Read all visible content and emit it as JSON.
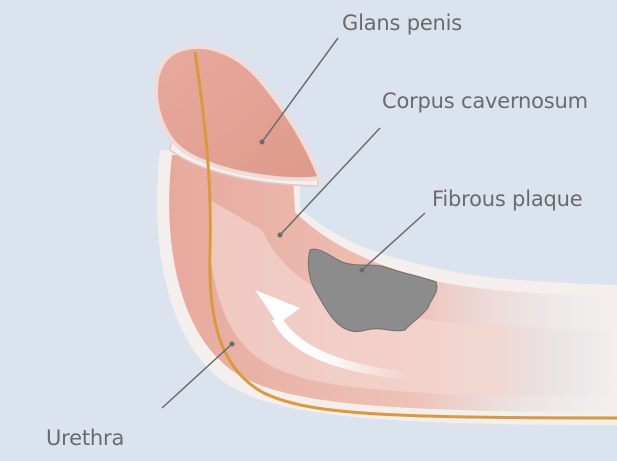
{
  "labels": {
    "glans": "Glans penis",
    "corpus": "Corpus cavernosum",
    "plaque": "Fibrous plaque",
    "urethra": "Urethra"
  },
  "colors": {
    "background": "#dbe3ee",
    "tissue": "#e9b1a6",
    "tissue_light": "#f2cfc7",
    "sheath": "#f4efed",
    "urethra_line": "#d99a3d",
    "plaque": "#8c8c8c",
    "arrow": "#ffffff",
    "label_text": "#6b6b6b",
    "leader_line": "#6b6b6b"
  }
}
